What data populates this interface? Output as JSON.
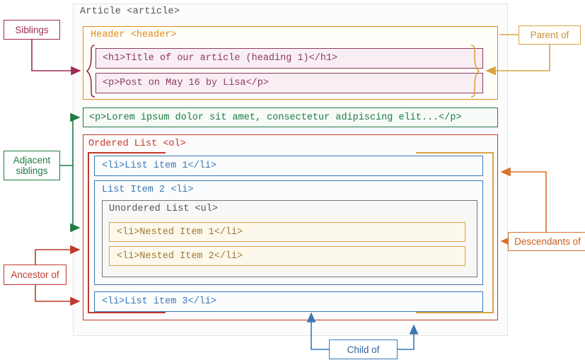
{
  "diagram": {
    "title": "DOM relationship diagram",
    "colors": {
      "article": "#555555",
      "header": "#E08A1E",
      "header_item": "#8E3A62",
      "paragraph": "#1E7A43",
      "ordered_list": "#C0392B",
      "list_item": "#3C78B4",
      "unordered_list": "#555555",
      "nested_item": "#D9A441",
      "siblings": "#9E2B52",
      "parent_of": "#D9A441",
      "descendants_of": "#D9722B",
      "child_of": "#3C78B4"
    }
  },
  "article": {
    "label": "Article <article>"
  },
  "header": {
    "label": "Header <header>",
    "items": [
      {
        "text": "<h1>Title of our article (heading 1)</h1>"
      },
      {
        "text": "<p>Post on May 16 by Lisa</p>"
      }
    ]
  },
  "paragraph": {
    "text": "<p>Lorem ipsum dolor sit amet, consectetur adipiscing elit...</p>"
  },
  "ordered_list": {
    "label": "Ordered List <ol>",
    "items": [
      {
        "text": "<li>List item 1</li>"
      },
      {
        "text": "<li>List item 3</li>"
      }
    ],
    "item2": {
      "label": "List Item 2 <li>",
      "unordered_list": {
        "label": "Unordered List <ul>",
        "items": [
          {
            "text": "<li>Nested Item 1</li>"
          },
          {
            "text": "<li>Nested Item 2</li>"
          }
        ]
      }
    }
  },
  "callouts": {
    "siblings": "Siblings",
    "adjacent_siblings": "Adjacent\nsiblings",
    "adjacent_siblings_line1": "Adjacent",
    "adjacent_siblings_line2": "siblings",
    "ancestor_of": "Ancestor of",
    "parent_of": "Parent of",
    "descendants_of": "Descendants of",
    "child_of": "Child of"
  }
}
